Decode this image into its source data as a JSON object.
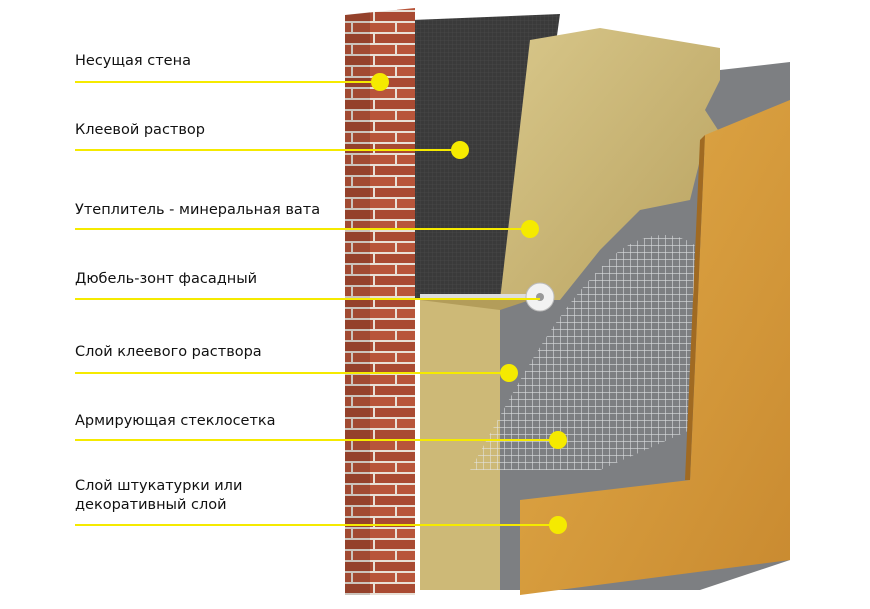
{
  "labels": [
    {
      "text": "Несущая стена"
    },
    {
      "text": "Клеевой раствор"
    },
    {
      "text": "Утеплитель - минеральная вата"
    },
    {
      "text": "Дюбель-зонт фасадный"
    },
    {
      "text": "Слой клеевого раствора"
    },
    {
      "text": "Армирующая стеклосетка"
    },
    {
      "text_line1": "Слой штукатурки или",
      "text_line2": "декоративный слой"
    }
  ],
  "colors": {
    "pointer": "#f5ea00",
    "brick": "#b5533a",
    "adhesive_dark": "#3b3b3b",
    "wool": "#cdb977",
    "adhesive_gray": "#7d7f82",
    "plaster": "#d49a3c"
  }
}
